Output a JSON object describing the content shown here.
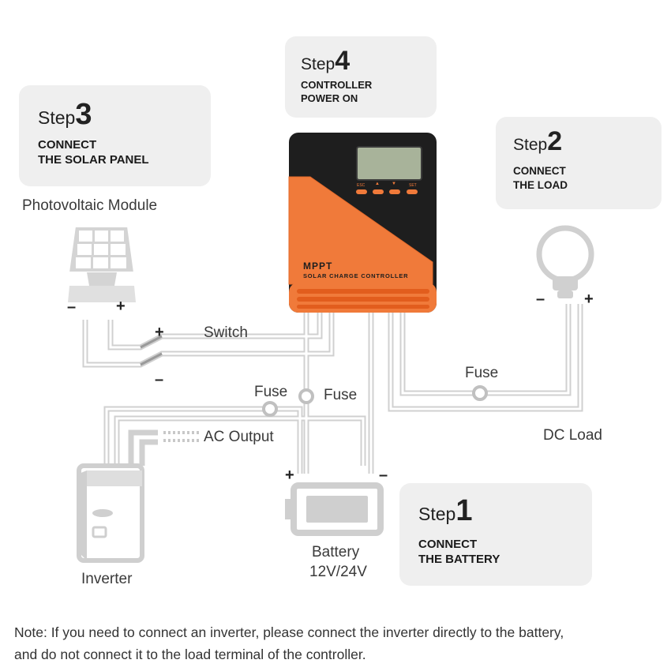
{
  "steps": [
    {
      "word": "Step",
      "number": "4",
      "desc1": "CONTROLLER",
      "desc2": "POWER ON"
    },
    {
      "word": "Step",
      "number": "3",
      "desc1": "CONNECT",
      "desc2": "THE SOLAR PANEL"
    },
    {
      "word": "Step",
      "number": "2",
      "desc1": "CONNECT",
      "desc2": "THE LOAD"
    },
    {
      "word": "Step",
      "number": "1",
      "desc1": "CONNECT",
      "desc2": "THE BATTERY"
    }
  ],
  "labels": {
    "pv_module": "Photovoltaic Module",
    "switch": "Switch",
    "fuse_inverter": "Fuse",
    "fuse_battery": "Fuse",
    "fuse_load": "Fuse",
    "ac_output": "AC Output",
    "dc_load": "DC Load",
    "inverter": "Inverter",
    "battery": "Battery",
    "battery_voltage": "12V/24V"
  },
  "controller": {
    "model": "MPPT",
    "subtitle": "SOLAR CHARGE CONTROLLER",
    "buttons": [
      "ESC",
      "▲",
      "▼",
      "SET"
    ],
    "body_color": "#1e1e1e",
    "accent_color": "#f07a3a"
  },
  "signs": {
    "plus": "+",
    "minus": "–"
  },
  "note": {
    "line1": "Note: If you need to connect an inverter, please connect the inverter directly to the battery,",
    "line2": "and do not connect it to the load terminal of the controller."
  },
  "icons": [
    "solar-panel-icon",
    "light-bulb-icon",
    "inverter-icon",
    "battery-icon",
    "switch-icon",
    "fuse-icon"
  ],
  "colors": {
    "box_bg": "#efefef",
    "wire": "#d2d2d2"
  }
}
